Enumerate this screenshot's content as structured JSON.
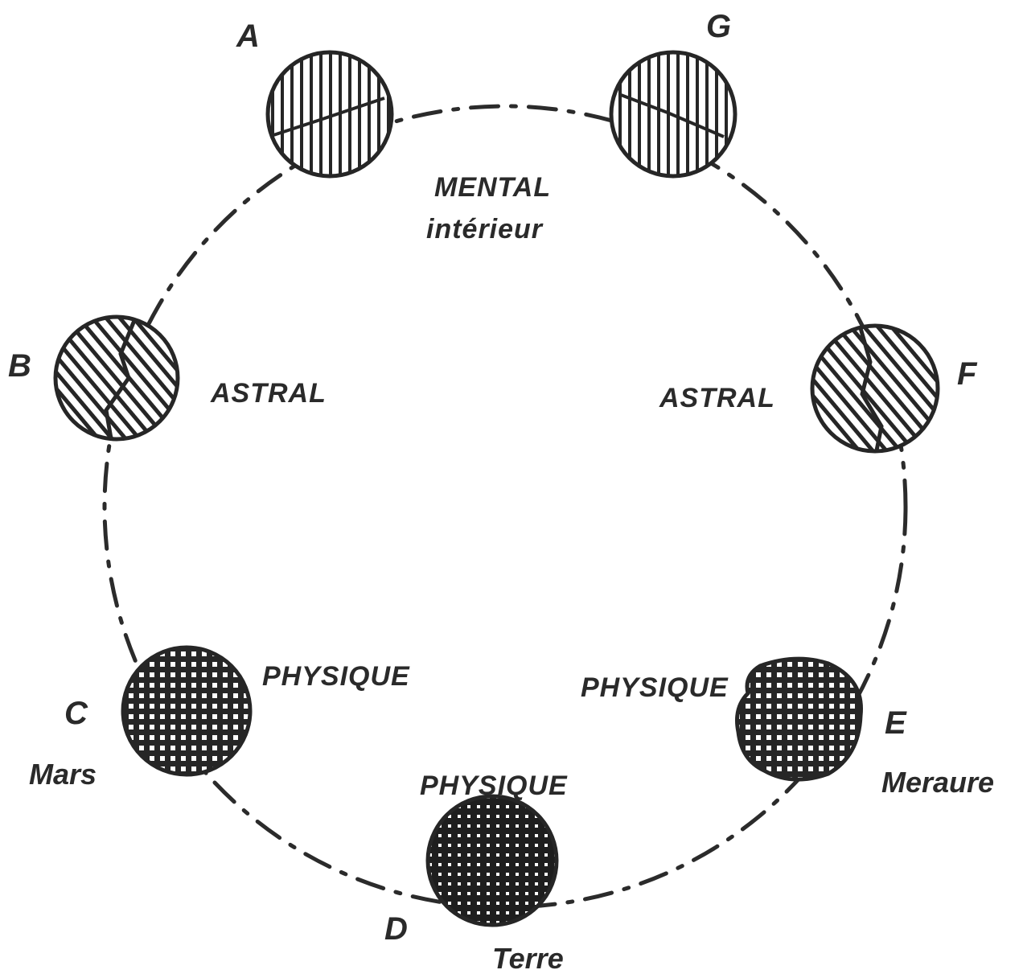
{
  "diagram": {
    "globes": [
      {
        "id": "A",
        "letter": "A",
        "plane": "Mental",
        "planet": ""
      },
      {
        "id": "B",
        "letter": "B",
        "plane": "Astral",
        "planet": ""
      },
      {
        "id": "C",
        "letter": "C",
        "plane": "Physique",
        "planet": "Mars"
      },
      {
        "id": "D",
        "letter": "D",
        "plane": "Physique",
        "planet": "Terre"
      },
      {
        "id": "E",
        "letter": "E",
        "plane": "Physique",
        "planet": "Meraure"
      },
      {
        "id": "F",
        "letter": "F",
        "plane": "Astral",
        "planet": ""
      },
      {
        "id": "G",
        "letter": "G",
        "plane": "Mental",
        "planet": ""
      }
    ],
    "labels": {
      "mental": "MENTAL",
      "interieur": "intérieur",
      "astral_left": "ASTRAL",
      "astral_right": "ASTRAL",
      "physique_c": "PHYSIQUE",
      "physique_e": "PHYSIQUE",
      "physique_d": "PHYSIQUE",
      "mars": "Mars",
      "terre": "Terre",
      "meraure": "Meraure"
    },
    "colors": {
      "ink": "#262626",
      "paper": "#ffffff"
    }
  }
}
